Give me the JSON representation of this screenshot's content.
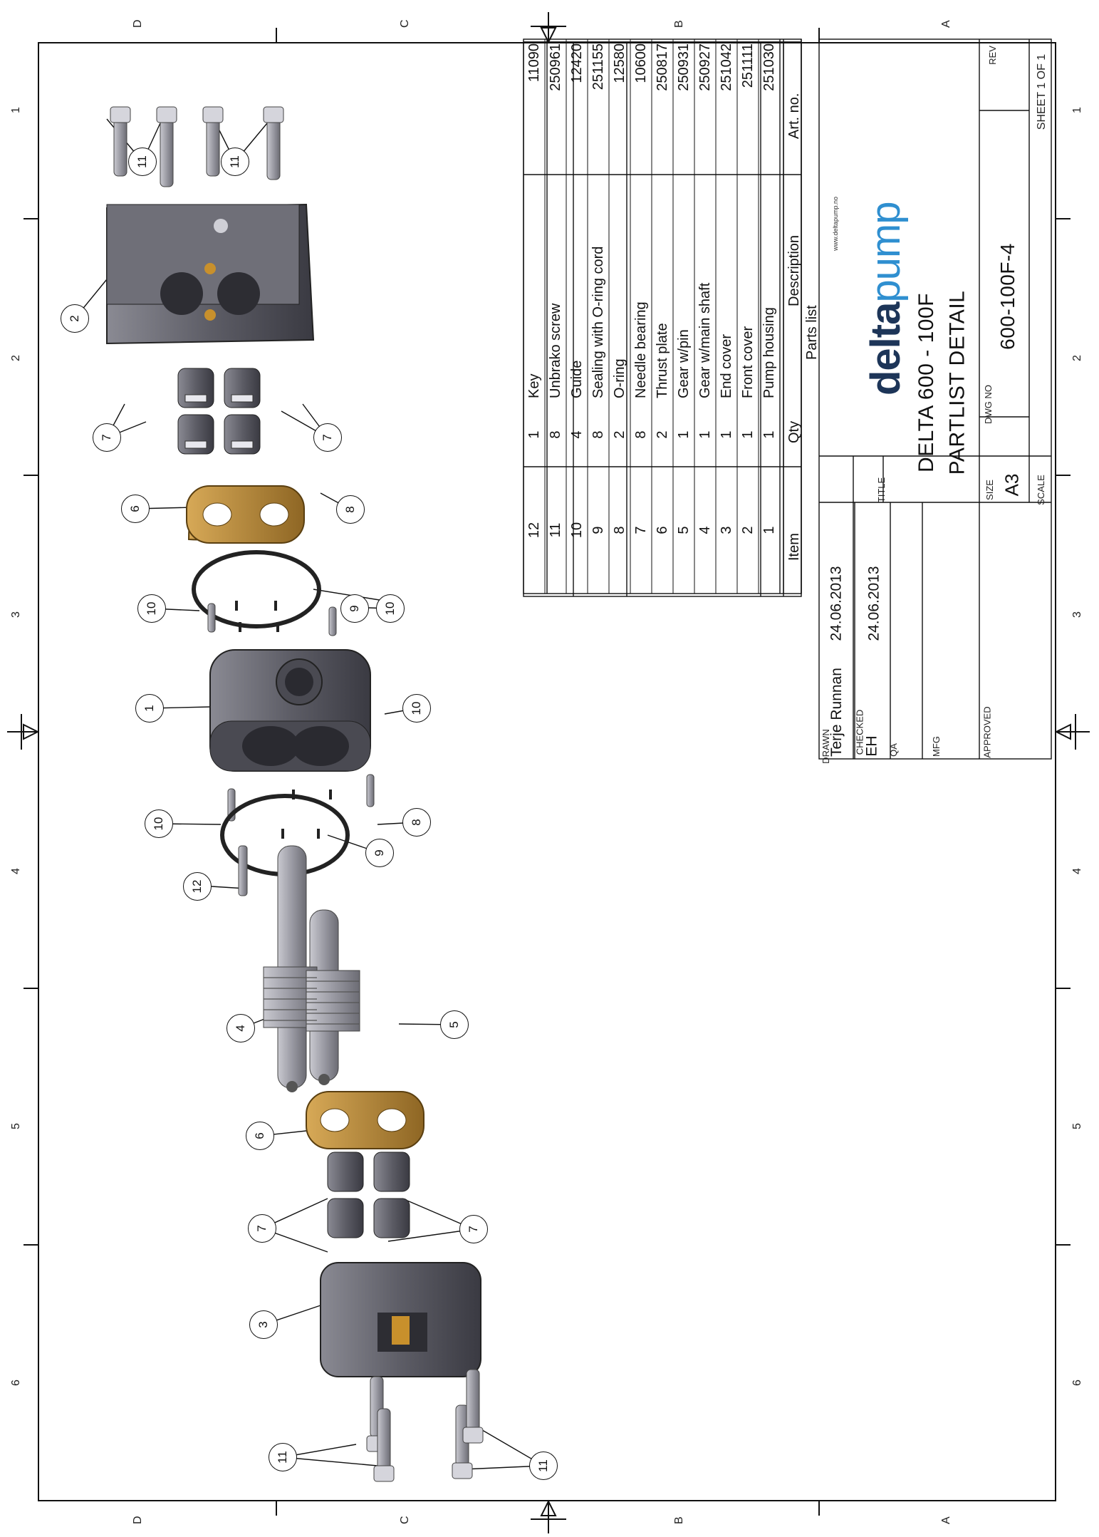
{
  "zones": {
    "columns": [
      "1",
      "2",
      "3",
      "4",
      "5",
      "6"
    ],
    "rows": [
      "D",
      "C",
      "B",
      "A"
    ]
  },
  "parts_list": {
    "caption": "Parts list",
    "headers": {
      "item": "Item",
      "qty": "Qty",
      "description": "Description",
      "art_no": "Art. no."
    },
    "rows": [
      {
        "item": "12",
        "qty": "1",
        "description": "Key",
        "art_no": "11090"
      },
      {
        "item": "11",
        "qty": "8",
        "description": "Unbrako screw",
        "art_no": "250961"
      },
      {
        "item": "10",
        "qty": "4",
        "description": "Guide",
        "art_no": "12420"
      },
      {
        "item": "9",
        "qty": "8",
        "description": "Sealing with O-ring cord",
        "art_no": "251155"
      },
      {
        "item": "8",
        "qty": "2",
        "description": "O-ring",
        "art_no": "12580"
      },
      {
        "item": "7",
        "qty": "8",
        "description": "Needle bearing",
        "art_no": "10600"
      },
      {
        "item": "6",
        "qty": "2",
        "description": "Thrust plate",
        "art_no": "250817"
      },
      {
        "item": "5",
        "qty": "1",
        "description": "Gear w/pin",
        "art_no": "250931"
      },
      {
        "item": "4",
        "qty": "1",
        "description": "Gear w/main shaft",
        "art_no": "250927"
      },
      {
        "item": "3",
        "qty": "1",
        "description": "End cover",
        "art_no": "251042"
      },
      {
        "item": "2",
        "qty": "1",
        "description": "Front cover",
        "art_no": "251111"
      },
      {
        "item": "1",
        "qty": "1",
        "description": "Pump housing",
        "art_no": "251030"
      }
    ]
  },
  "logo": {
    "part1": "delta",
    "part2": "pump",
    "url": "www.deltapump.no"
  },
  "title_block": {
    "drawn_label": "DRAWN",
    "drawn_by": "Terje Runnan",
    "drawn_date": "24.06.2013",
    "checked_label": "CHECKED",
    "checked_by": "EH",
    "checked_date": "24.06.2013",
    "qa_label": "QA",
    "mfg_label": "MFG",
    "approved_label": "APPROVED",
    "title_label": "TITLE",
    "title_line1": "DELTA 600 - 100F",
    "title_line2": "PARTLIST DETAIL",
    "size_label": "SIZE",
    "size": "A3",
    "dwg_label": "DWG NO",
    "dwg_no": "600-100F-4",
    "rev_label": "REV",
    "scale_label": "SCALE",
    "sheet": "SHEET 1  OF 1"
  },
  "balloons": [
    "11",
    "11",
    "2",
    "7",
    "7",
    "6",
    "8",
    "9",
    "10",
    "10",
    "1",
    "10",
    "10",
    "8",
    "9",
    "12",
    "4",
    "5",
    "6",
    "7",
    "7",
    "3",
    "11",
    "11"
  ],
  "colors": {
    "part_metal": "#5f5f66",
    "thrust_plate": "#b88a3a",
    "logo_dark": "#1d3558",
    "logo_light": "#2f8fd0"
  }
}
